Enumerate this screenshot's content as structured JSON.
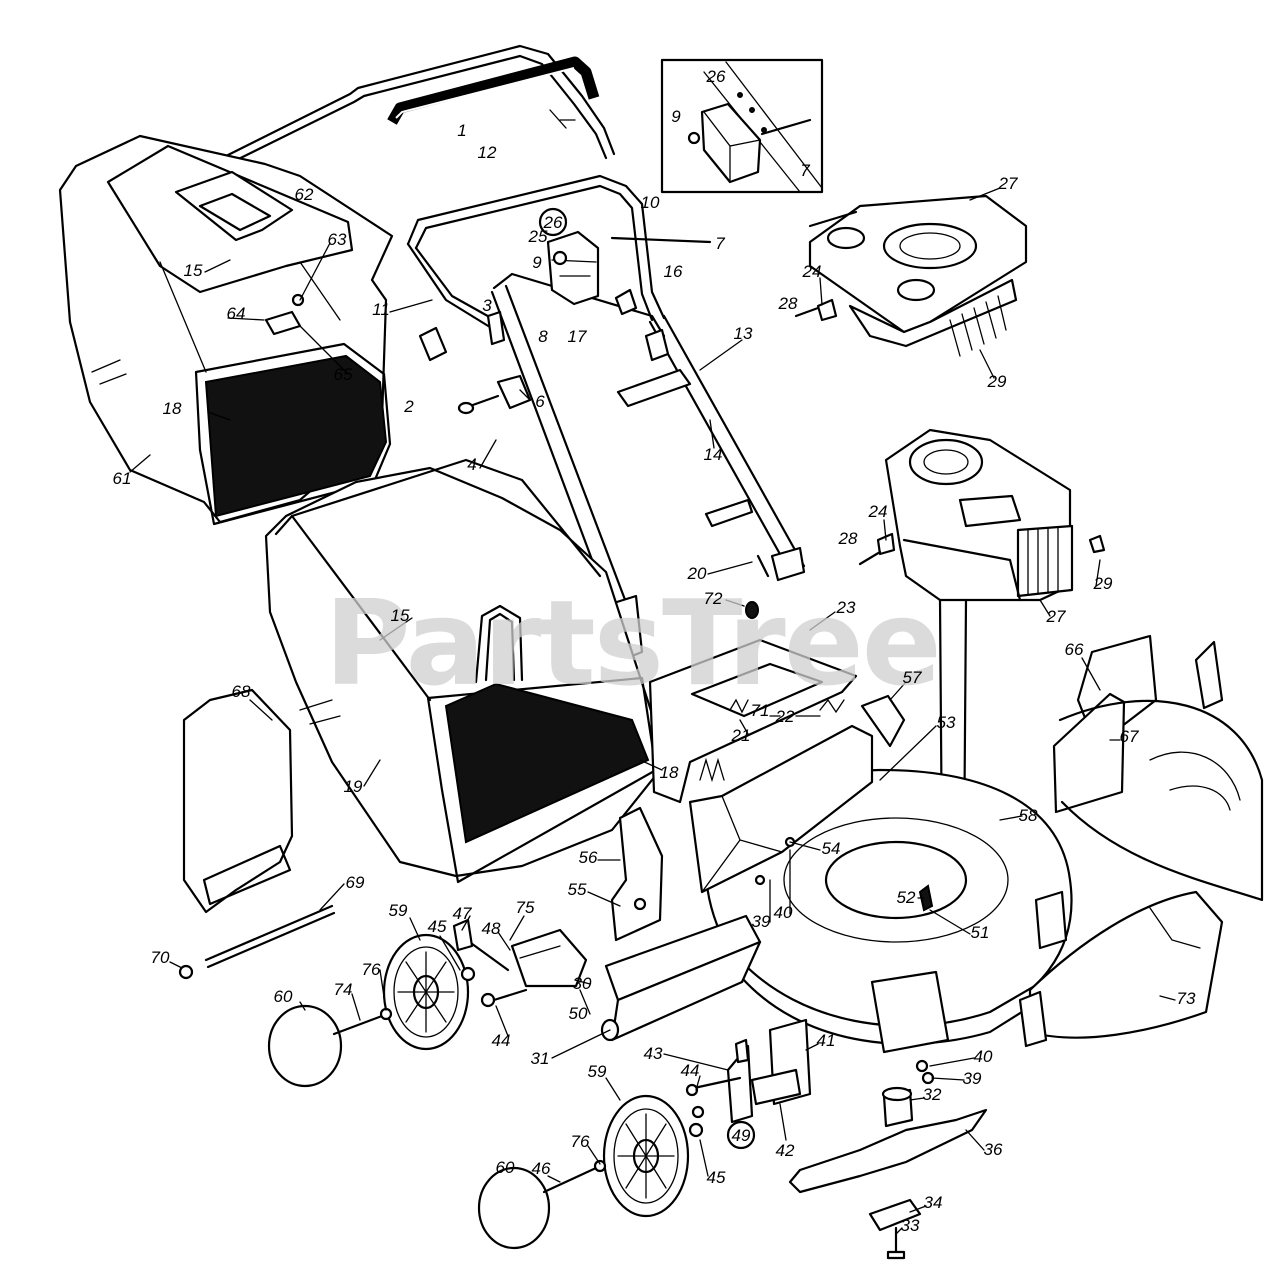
{
  "watermark": "PartsTree",
  "colors": {
    "line": "#000000",
    "mesh": "#111111",
    "watermark": "#cfcfcf"
  },
  "callouts": [
    "1",
    "12",
    "26",
    "9",
    "7",
    "26",
    "10",
    "7",
    "25",
    "9",
    "8",
    "17",
    "16",
    "11",
    "3",
    "27",
    "24",
    "28",
    "29",
    "62",
    "63",
    "15",
    "64",
    "65",
    "2",
    "4",
    "6",
    "13",
    "14",
    "18",
    "61",
    "24",
    "28",
    "29",
    "27",
    "20",
    "72",
    "23",
    "15",
    "66",
    "57",
    "71",
    "22",
    "21",
    "53",
    "67",
    "68",
    "18",
    "19",
    "58",
    "54",
    "56",
    "69",
    "55",
    "52",
    "59",
    "45",
    "47",
    "48",
    "75",
    "39",
    "40",
    "51",
    "70",
    "76",
    "30",
    "50",
    "74",
    "60",
    "44",
    "31",
    "73",
    "43",
    "41",
    "40",
    "39",
    "44",
    "59",
    "32",
    "42",
    "36",
    "49",
    "76",
    "46",
    "60",
    "45",
    "34",
    "33"
  ]
}
